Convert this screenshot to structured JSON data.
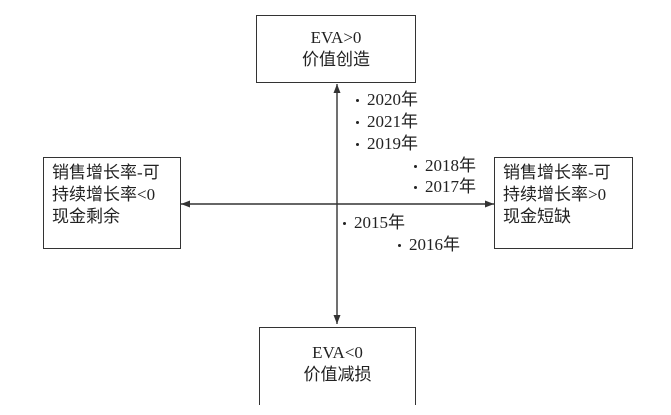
{
  "quadrants": {
    "top": {
      "line1": "EVA>0",
      "line2": "价值创造"
    },
    "bottom": {
      "line1": "EVA<0",
      "line2": "价值减损"
    },
    "left": {
      "line1": "销售增长率-可",
      "line2": "持续增长率<0",
      "line3": "现金剩余"
    },
    "right": {
      "line1": "销售增长率-可",
      "line2": "持续增长率>0",
      "line3": "现金短缺"
    }
  },
  "points": {
    "y2020": "2020年",
    "y2021": "2021年",
    "y2019": "2019年",
    "y2018": "2018年",
    "y2017": "2017年",
    "y2015": "2015年",
    "y2016": "2016年"
  }
}
